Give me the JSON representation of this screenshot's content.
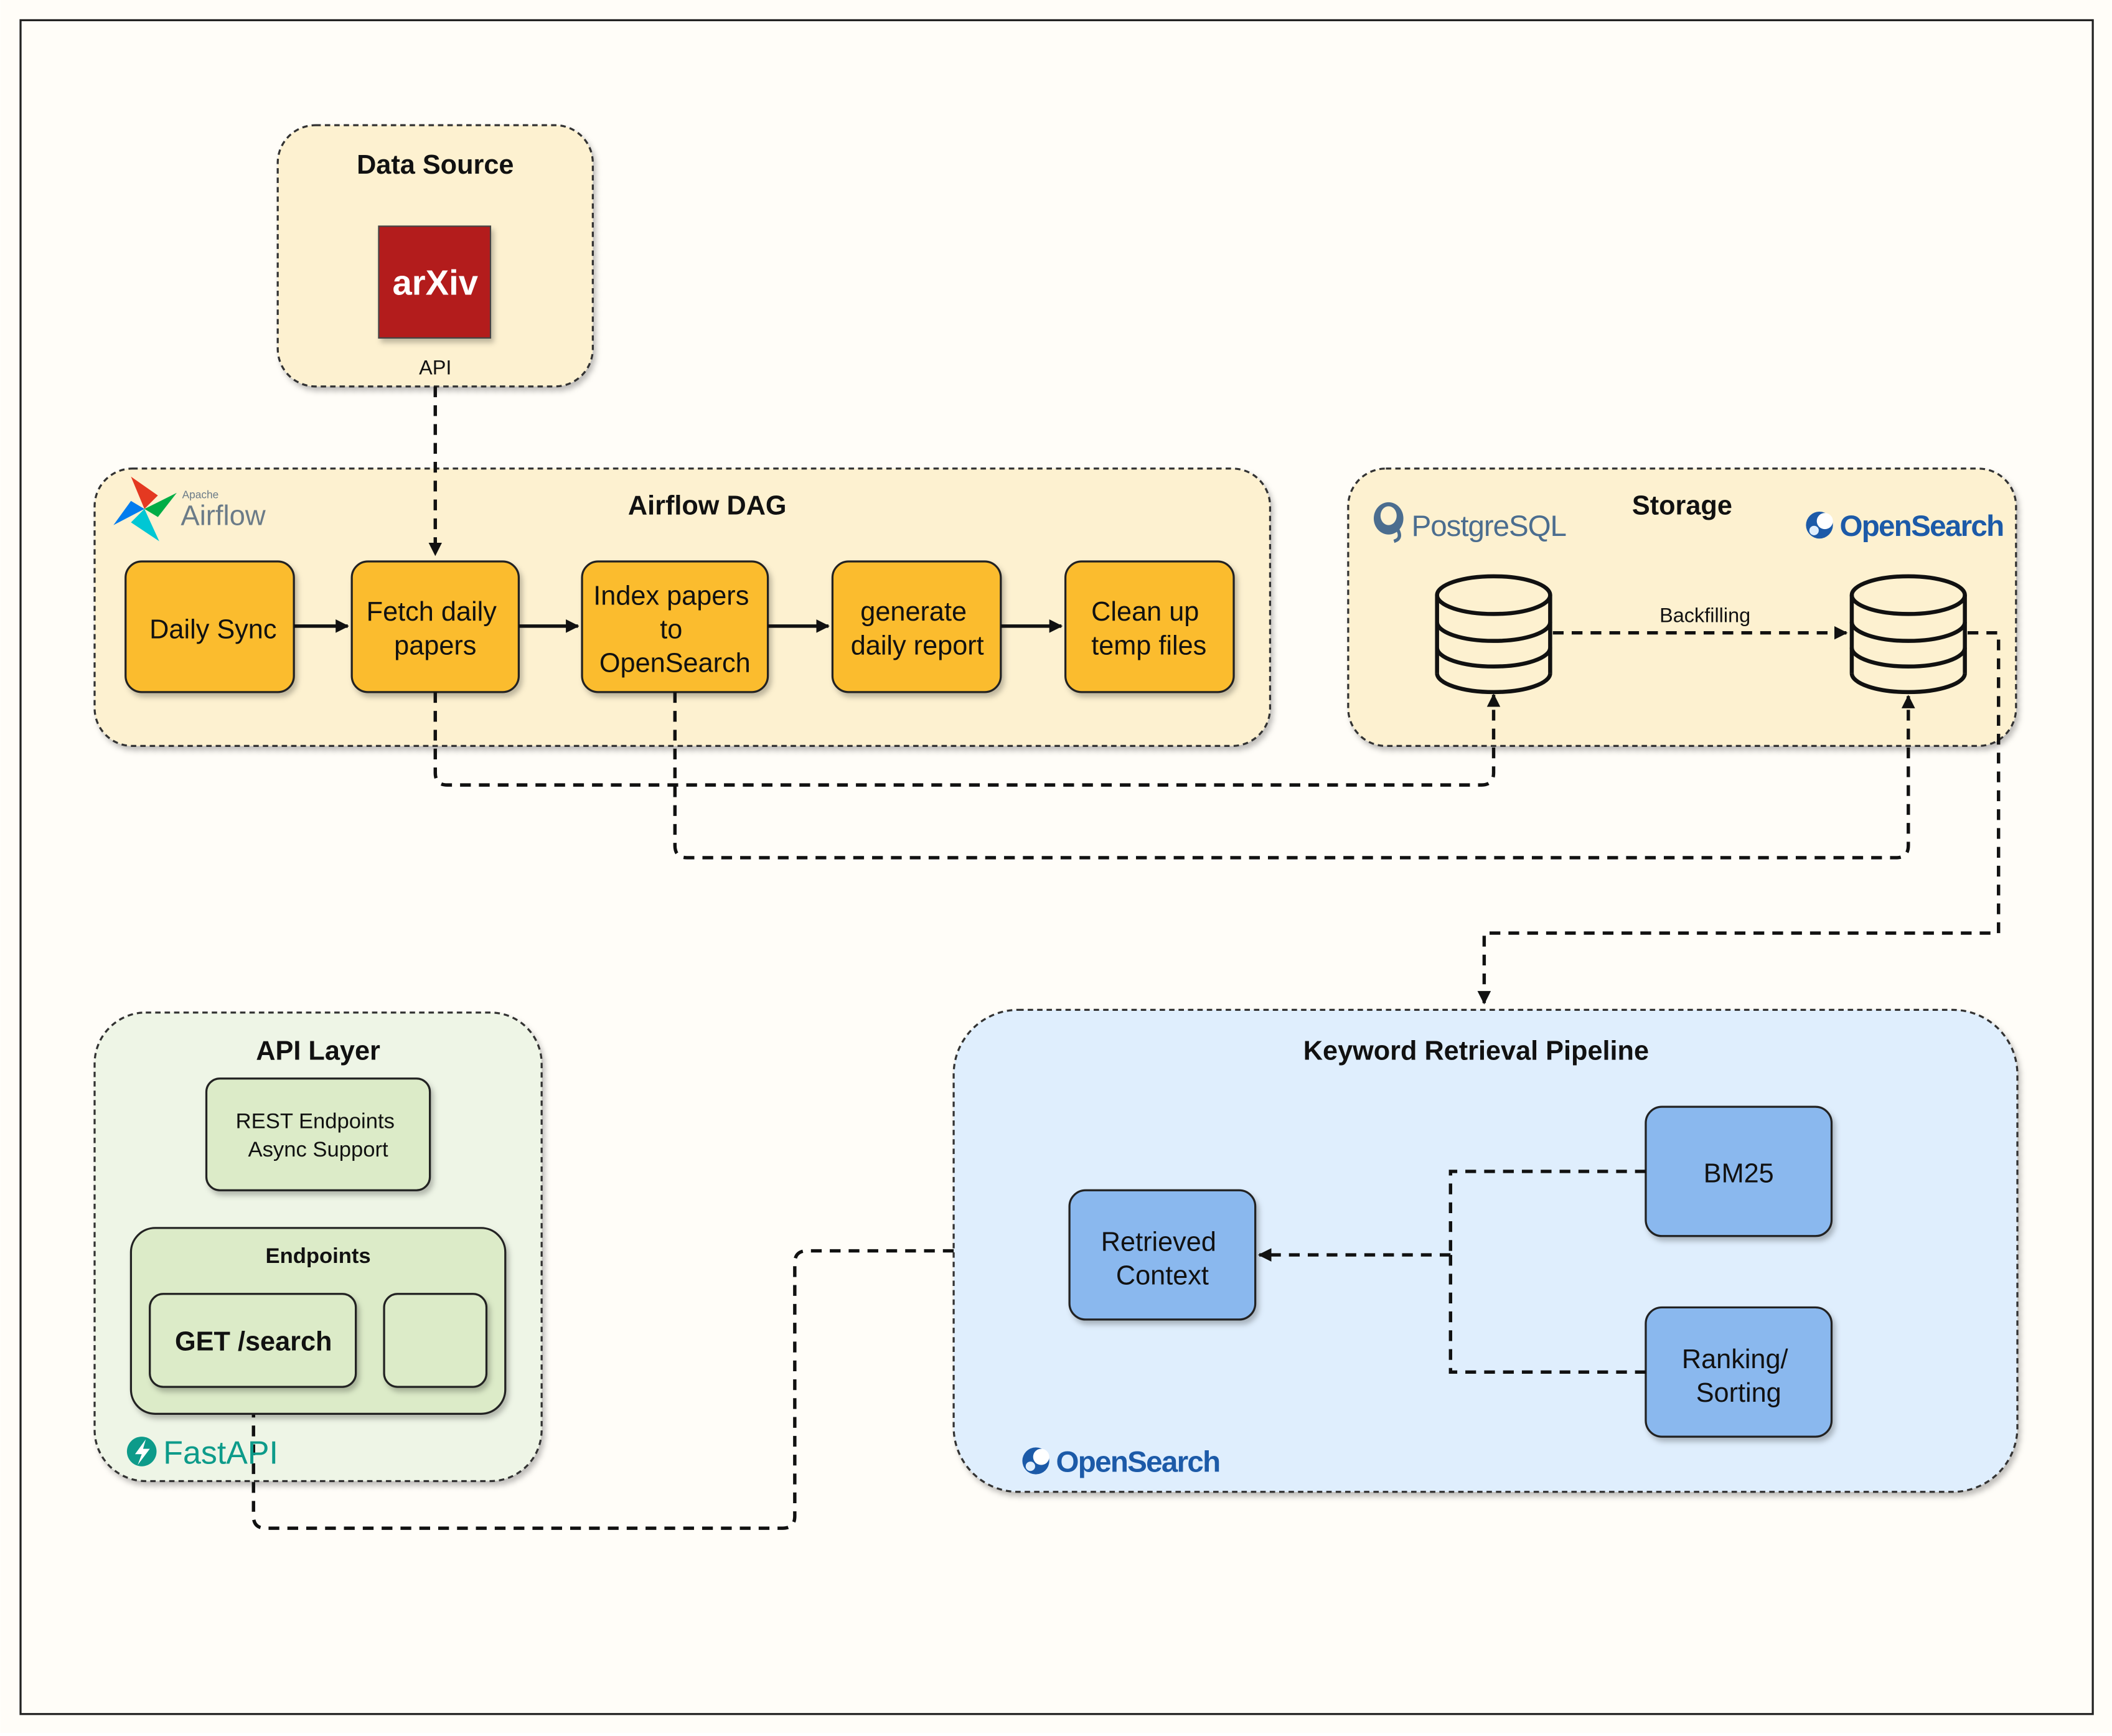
{
  "colors": {
    "page_bg": "#fffdf8",
    "frame": "#222222",
    "group_yellow_bg": "#fdf1d0",
    "step_fill": "#fbbc2f",
    "group_blue_bg": "#dfeefd",
    "node_blue": "#8ab8ee",
    "group_green_bg": "#eef5e6",
    "node_green": "#dcebc8",
    "arxiv_red": "#b31b1b",
    "opensearch_blue": "#1c5aa8",
    "fastapi_teal": "#0d9b8a",
    "postgres_blue": "#4b6d8f"
  },
  "data_source": {
    "title": "Data Source",
    "logo_text": "arXiv",
    "caption": "API"
  },
  "airflow": {
    "title": "Airflow DAG",
    "logo_small": "Apache",
    "logo_large": "Airflow",
    "steps": [
      {
        "lines": [
          "Daily Sync"
        ]
      },
      {
        "lines": [
          "Fetch daily",
          "papers"
        ]
      },
      {
        "lines": [
          "Index papers",
          "to",
          "OpenSearch"
        ]
      },
      {
        "lines": [
          "generate",
          "daily report"
        ]
      },
      {
        "lines": [
          "Clean up",
          "temp files"
        ]
      }
    ]
  },
  "storage": {
    "title": "Storage",
    "postgres_logo": "PostgreSQL",
    "opensearch_logo": "OpenSearch",
    "edge_label": "Backfilling"
  },
  "retrieval": {
    "title": "Keyword Retrieval Pipeline",
    "context_lines": [
      "Retrieved",
      "Context"
    ],
    "bm25": "BM25",
    "ranking_lines": [
      "Ranking/",
      "Sorting"
    ],
    "logo": "OpenSearch"
  },
  "api_layer": {
    "title": "API Layer",
    "features_lines": [
      "REST Endpoints",
      "Async Support"
    ],
    "endpoints_title": "Endpoints",
    "get_search": "GET /search",
    "logo": "FastAPI"
  }
}
